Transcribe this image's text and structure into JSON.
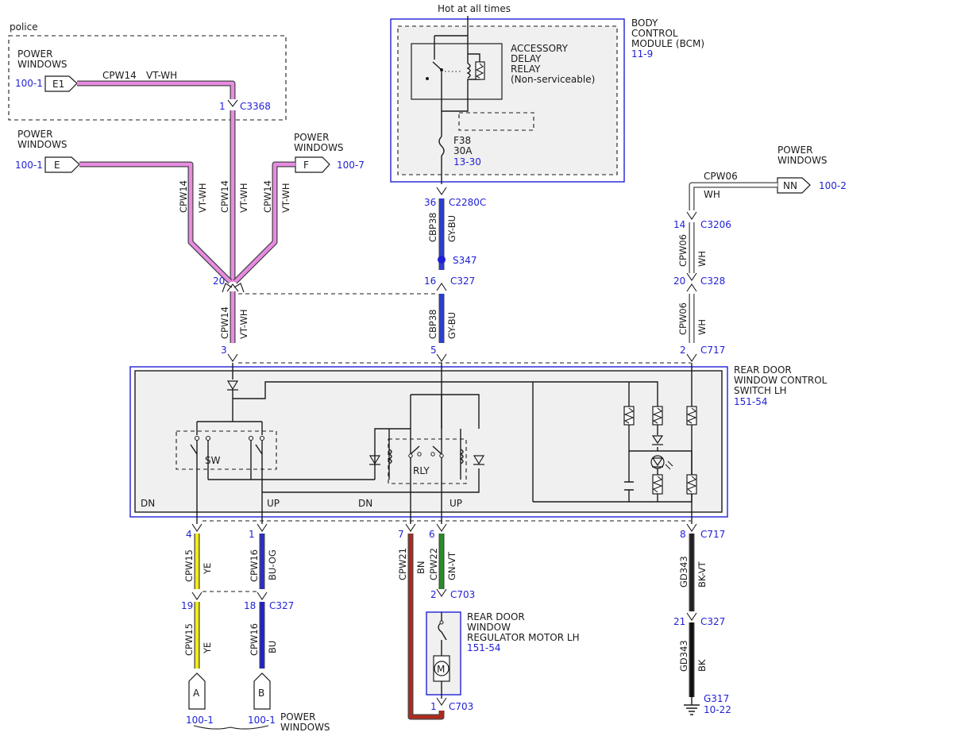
{
  "colors": {
    "VT-WH": "#e98be3",
    "GY-BU": "#2c3fd0",
    "WH": "#ffffff",
    "YE": "#f2ee10",
    "BU-OG": "#2b2ed2",
    "BU": "#1f22d6",
    "BN": "#b02a1e",
    "GN-VT": "#2b8a2b",
    "BK-VT": "#231f24",
    "BK": "#111111",
    "ref_blue": "#1f1fd6",
    "module_border": "#1f1fd6",
    "module_fill": "#f0f0f0"
  },
  "labels": {
    "hot": "Hot at all times",
    "police": "police",
    "pw_e1_title": "POWER\nWINDOWS",
    "pw_e1_ref": "100-1",
    "pw_e1_tag": "E1",
    "cpw14_top": "CPW14",
    "vtwh_top": "VT-WH",
    "c3368_pin": "1",
    "c3368": "C3368",
    "pw_e_title": "POWER\nWINDOWS",
    "pw_e_ref": "100-1",
    "pw_e_tag": "E",
    "pw_f_title": "POWER\nWINDOWS",
    "pw_f_tag": "F",
    "pw_f_ref": "100-7",
    "v_cpw14_a": "CPW14",
    "v_vtwh_a": "VT-WH",
    "v_cpw14_b": "CPW14",
    "v_vtwh_b": "VT-WH",
    "v_cpw14_c": "CPW14",
    "v_vtwh_c": "VT-WH",
    "splice_pin20": "20",
    "bcm_title": "BODY\nCONTROL\nMODULE (BCM)",
    "bcm_ref": "11-9",
    "relay_title": "ACCESSORY\nDELAY\nRELAY\n(Non-serviceable)",
    "fuse": "F38",
    "fuse_amp": "30A",
    "fuse_ref": "13-30",
    "c2280c_pin": "36",
    "c2280c": "C2280C",
    "cbp38_a": "CBP38",
    "gybu_a": "GY-BU",
    "s347": "S347",
    "c327_pin16": "16",
    "c327_a": "C327",
    "cbp38_b": "CBP38",
    "gybu_b": "GY-BU",
    "pw_nn_title": "POWER\nWINDOWS",
    "pw_nn_tag": "NN",
    "pw_nn_ref": "100-2",
    "cpw06_top": "CPW06",
    "wh_top": "WH",
    "c3206_pin": "14",
    "c3206": "C3206",
    "cpw06_a": "CPW06",
    "wh_a": "WH",
    "c328_pin": "20",
    "c328": "C328",
    "cpw06_b": "CPW06",
    "wh_b": "WH",
    "sw_pin3": "3",
    "sw_pin5": "5",
    "sw_pin2": "2",
    "c717_a": "C717",
    "cpw14_mid": "CPW14",
    "vtwh_mid": "VT-WH",
    "switch_title": "REAR DOOR\nWINDOW CONTROL\nSWITCH LH",
    "switch_ref": "151-54",
    "sw": "SW",
    "rly": "RLY",
    "dn_left": "DN",
    "up_left": "UP",
    "dn_mid": "DN",
    "up_mid": "UP",
    "pin4": "4",
    "pin1": "1",
    "pin7": "7",
    "pin6": "6",
    "pin8": "8",
    "c717_b": "C717",
    "cpw15_a": "CPW15",
    "ye_a": "YE",
    "cpw16_a": "CPW16",
    "buog": "BU-OG",
    "cpw21": "CPW21",
    "bn": "BN",
    "cpw22": "CPW22",
    "gnvt": "GN-VT",
    "gd343_a": "GD343",
    "bkvt": "BK-VT",
    "c703_pin2": "2",
    "c703_a": "C703",
    "pin19": "19",
    "pin18": "18",
    "c327_b": "C327",
    "pin21": "21",
    "c327_c": "C327",
    "cpw15_b": "CPW15",
    "ye_b": "YE",
    "cpw16_b": "CPW16",
    "bu": "BU",
    "motor_title": "REAR DOOR\nWINDOW\nREGULATOR MOTOR LH",
    "motor_ref": "151-54",
    "motor_m": "M",
    "gd343_b": "GD343",
    "bk": "BK",
    "tag_a": "A",
    "tag_b": "B",
    "ref_a": "100-1",
    "ref_b": "100-1",
    "pw_bottom": "POWER\nWINDOWS",
    "c703_pin1": "1",
    "c703_b": "C703",
    "g317": "G317",
    "g317_ref": "10-22"
  }
}
